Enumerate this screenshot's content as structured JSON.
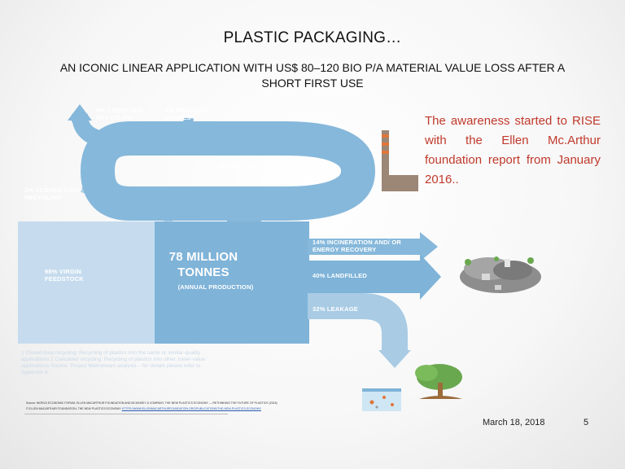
{
  "slide": {
    "title": "PLASTIC PACKAGING…",
    "subtitle": "AN ICONIC LINEAR APPLICATION WITH US$ 80–120 BIO P/A MATERIAL VALUE LOSS AFTER A SHORT FIRST USE",
    "callout": "The awareness started to RISE with the Ellen Mc.Arthur foundation report from January 2016..",
    "date": "March 18, 2018",
    "page_number": "5"
  },
  "diagram": {
    "main_value": "78 MILLION TONNES",
    "main_note": "(ANNUAL PRODUCTION)",
    "flows": {
      "cascaded": "8% CASCADED RECYCLING²",
      "process_losses": "4% PROCESS LOSSES",
      "collected": "14% COLLECTED FOR RECYCLING",
      "closed_loop": "2% CLOSED-LOOP RECYCLING¹",
      "virgin": "98% VIRGIN FEEDSTOCK",
      "incineration": "14% INCINERATION AND/ OR ENERGY RECOVERY",
      "landfilled": "40% LANDFILLED",
      "leakage": "32% LEAKAGE"
    },
    "footnotes": "1 Closed-loop recycling: Recycling of plastics into the same or similar-quality applications 2 Cascaded recycling: Recycling of plastics into other, lower-value applications Source: Project Mainstream analysis – for details please refer to Appendix A"
  },
  "sources": {
    "line1": "Source: WORLD ECONOMIC FORUM, ELLEN MACARTHUR FOUNDATION AND MCKINSEY & COMPANY, THE NEW PLASTICS ECONOMY — RETHINKING THE FUTURE OF PLASTICS (2016)",
    "line2": "© ELLEN MACARTHUR FOUNDATION, THE NEW PLASTICS ECONOMY",
    "link": "HTTPS://WWW.ELLENMACARTHURFOUNDATION.ORG/PUBLICATIONS/THE-NEW-PLASTICS-ECONOMY"
  },
  "colors": {
    "flow_blue": "#7fb3d8",
    "flow_dark": "#5b9fcc",
    "flow_light": "#a9cbe4",
    "callout_red": "#c0392b",
    "factory_brown": "#9c8676",
    "factory_stripe": "#e0763a"
  }
}
